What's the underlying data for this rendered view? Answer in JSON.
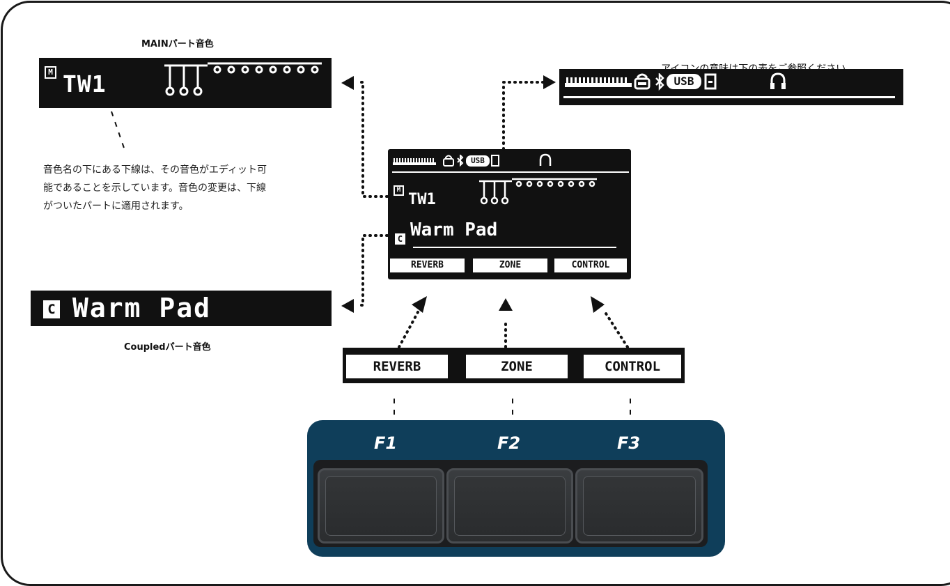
{
  "captions": {
    "main_part": "MAINパート音色",
    "coupled_part": "Coupledパート音色",
    "icon_reference": "アイコンの意味は下の表をご参照ください。"
  },
  "note": {
    "line1": "音色名の下にある下線は、その音色がエディット可",
    "line2": "能であることを示しています。音色の変更は、下線",
    "line3": "がついたパートに適用されます。"
  },
  "display": {
    "main_icon": "M",
    "main_tone": "TW1",
    "coupled_icon": "C",
    "coupled_tone": "Warm Pad",
    "usb_label": "USB",
    "softkeys": [
      "REVERB",
      "ZONE",
      "CONTROL"
    ]
  },
  "zoom": {
    "main_icon": "M",
    "main_tone": "TW1",
    "coupled_icon": "C",
    "coupled_tone": "Warm Pad",
    "usb_label": "USB",
    "softkeys": [
      "REVERB",
      "ZONE",
      "CONTROL"
    ]
  },
  "function_keys": [
    "F1",
    "F2",
    "F3"
  ],
  "colors": {
    "panel": "#0f3e5a",
    "lcd": "#111111"
  }
}
